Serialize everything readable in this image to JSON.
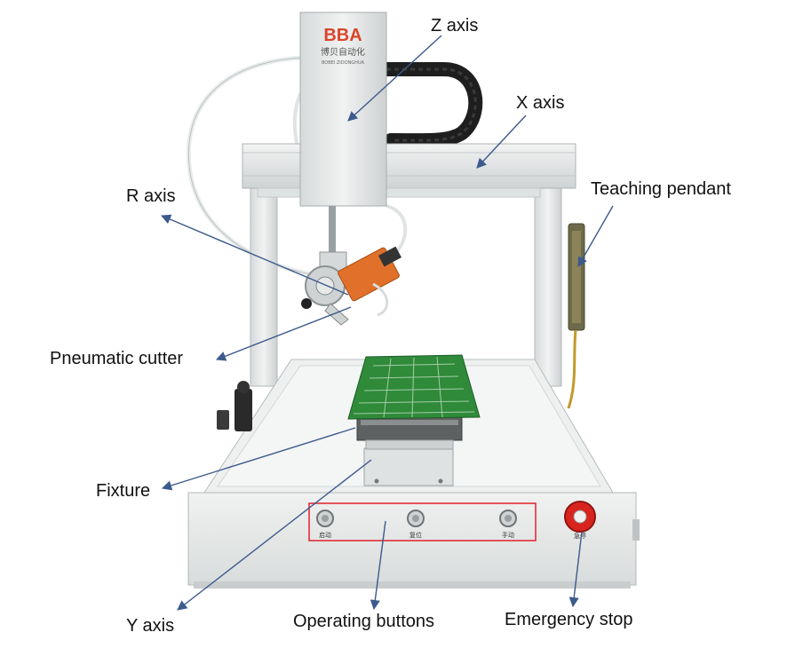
{
  "brand": {
    "logo": "BBA",
    "name_cn": "博贝自动化",
    "name_pinyin": "BOBEI ZIDONGHUA"
  },
  "panel": {
    "start_label": "启动",
    "reset_label": "复位",
    "manual_label": "手动",
    "estop_label": "急停"
  },
  "labels": {
    "z_axis": "Z axis",
    "x_axis": "X axis",
    "teaching_pendant": "Teaching pendant",
    "r_axis": "R axis",
    "pneumatic_cutter": "Pneumatic cutter",
    "fixture": "Fixture",
    "y_axis": "Y axis",
    "operating_buttons": "Operating buttons",
    "emergency_stop": "Emergency stop"
  },
  "colors": {
    "arrow": "#3c5a8c",
    "highlight_box": "#e0222a",
    "estop": "#d8231f",
    "pcb": "#2f8a3a",
    "cutter": "#e0702a",
    "frame": "#e4e6e6"
  }
}
